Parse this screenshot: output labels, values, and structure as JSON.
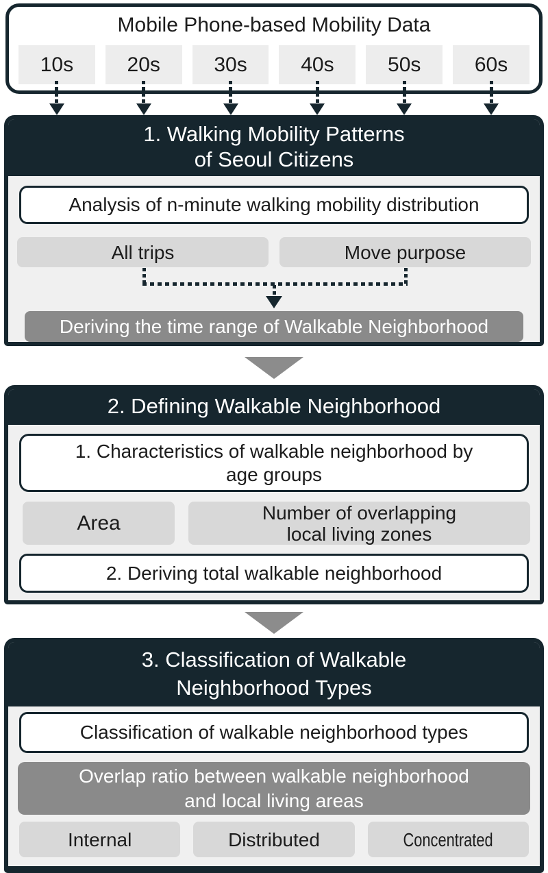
{
  "colors": {
    "navy": "#16262e",
    "panel_bg": "#f0f0f0",
    "light_box": "#ededed",
    "mid_box": "#d8d8d8",
    "dark_box": "#8a8a8a",
    "triangle_gray": "#8c8c8c"
  },
  "source_panel": {
    "title": "Mobile Phone-based Mobility Data",
    "age_groups": [
      "10s",
      "20s",
      "30s",
      "40s",
      "50s",
      "60s"
    ]
  },
  "section1": {
    "title_lines": [
      "1. Walking Mobility Patterns",
      "of Seoul Citizens"
    ],
    "analysis_box": "Analysis of n-minute walking mobility distribution",
    "input_boxes": [
      "All trips",
      "Move purpose"
    ],
    "result_box": "Deriving the time range of Walkable Neighborhood"
  },
  "section2": {
    "title_lines": [
      "2. Defining Walkable Neighborhood"
    ],
    "step1_box_lines": [
      "1. Characteristics of walkable neighborhood by",
      "age groups"
    ],
    "metric_area": "Area",
    "metric_zones_lines": [
      "Number of overlapping",
      "local living zones"
    ],
    "step2_box": "2. Deriving total walkable neighborhood"
  },
  "section3": {
    "title_lines": [
      "3. Classification of Walkable",
      "Neighborhood Types"
    ],
    "classification_box": "Classification of walkable neighborhood types",
    "criterion_box_lines": [
      "Overlap ratio between walkable neighborhood",
      "and local living areas"
    ],
    "type_boxes": [
      "Internal",
      "Distributed",
      "Concentrated"
    ]
  }
}
